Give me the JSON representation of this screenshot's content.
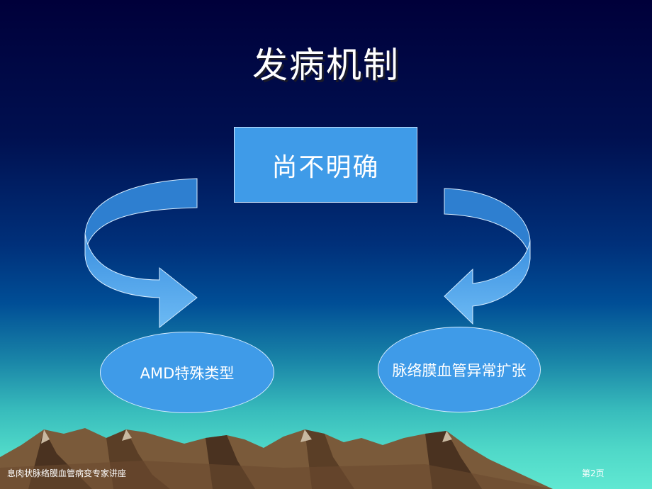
{
  "slide": {
    "title": "发病机制",
    "center_box": "尚不明确",
    "left_ellipse": "AMD特殊类型",
    "right_ellipse": "脉络膜血管异常扩张"
  },
  "footer": {
    "left_text": "息肉状脉络膜血管病变专家讲座",
    "page_label": "第2页"
  },
  "colors": {
    "shape_fill": "#3f9be8",
    "arrow_fill": "#5aaef0",
    "arrow_dark": "#2e7fd0",
    "text": "#ffffff"
  }
}
